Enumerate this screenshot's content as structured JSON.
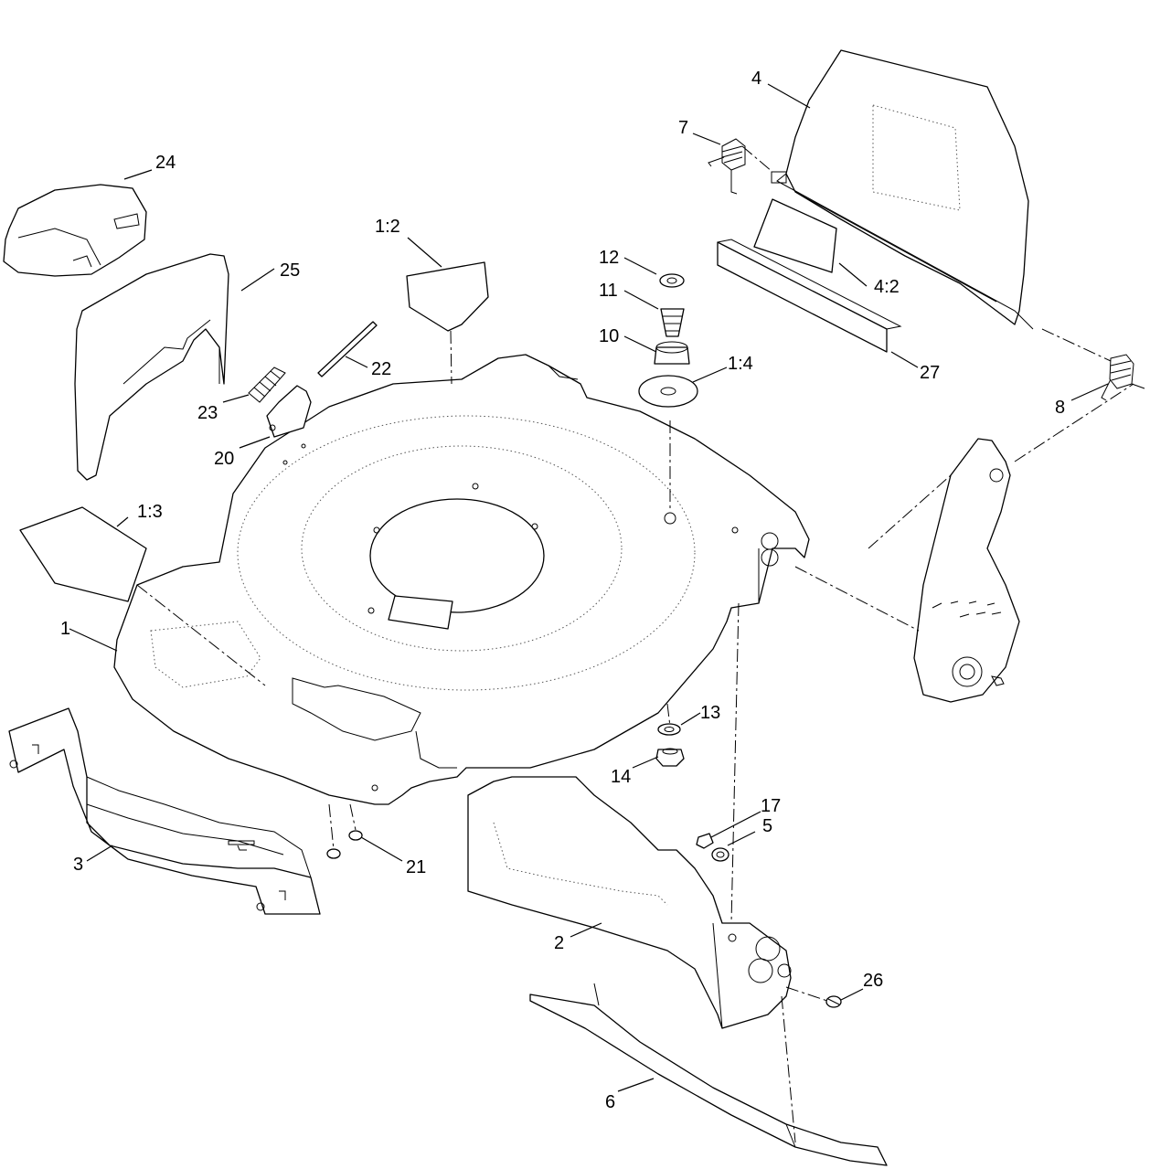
{
  "callouts": {
    "c1": "1",
    "c1_2": "1:2",
    "c1_3": "1:3",
    "c1_4": "1:4",
    "c2": "2",
    "c3": "3",
    "c4": "4",
    "c4_2": "4:2",
    "c5": "5",
    "c6": "6",
    "c7": "7",
    "c8": "8",
    "c10": "10",
    "c11": "11",
    "c12": "12",
    "c13": "13",
    "c14": "14",
    "c17": "17",
    "c20": "20",
    "c21": "21",
    "c22": "22",
    "c23": "23",
    "c24": "24",
    "c25": "25",
    "c26": "26",
    "c27": "27"
  }
}
